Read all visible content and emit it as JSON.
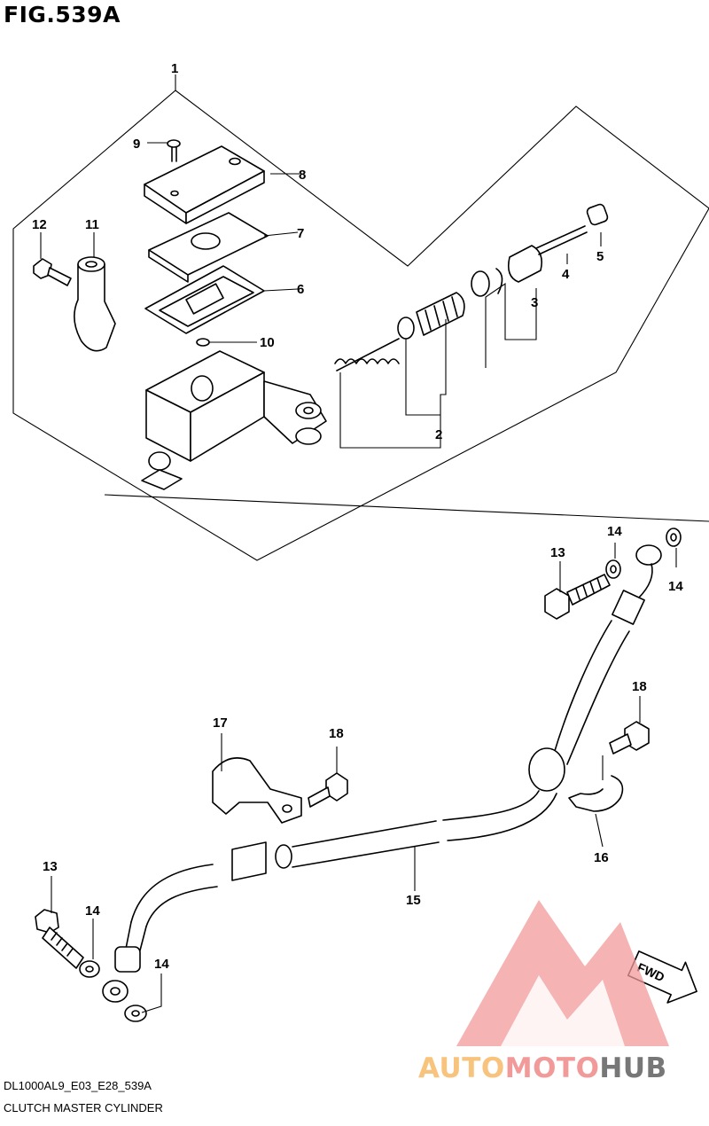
{
  "figure": {
    "title": "FIG.539A"
  },
  "footer": {
    "code": "DL1000AL9_E03_E28_539A",
    "title": "CLUTCH MASTER CYLINDER"
  },
  "watermark": {
    "part1": "AUTO",
    "part2": "MOTO",
    "part3": "HUB",
    "colors": {
      "auto": "#f8c37d",
      "moto": "#f29a9a",
      "hub": "#777777"
    }
  },
  "fwd_label": "FWD",
  "callouts": {
    "c1": "1",
    "c2": "2",
    "c3": "3",
    "c4": "4",
    "c5": "5",
    "c6": "6",
    "c7": "7",
    "c8": "8",
    "c9": "9",
    "c10": "10",
    "c11": "11",
    "c12": "12",
    "c13a": "13",
    "c13b": "13",
    "c14a": "14",
    "c14b": "14",
    "c14c": "14",
    "c14d": "14",
    "c15": "15",
    "c16": "16",
    "c17": "17",
    "c18a": "18",
    "c18b": "18"
  }
}
